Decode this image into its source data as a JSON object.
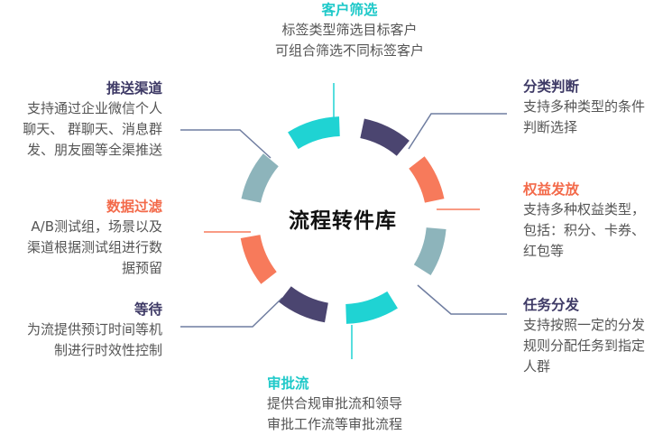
{
  "diagram": {
    "center": "流程转件库",
    "colors": {
      "teal": "#1FD3D3",
      "purple": "#4B4570",
      "orange": "#F77A5B",
      "slate": "#8DB4BB",
      "line": "#6F7DA0",
      "text": "#555555"
    },
    "nodes": [
      {
        "id": "customer-filter",
        "title": "客户筛选",
        "desc": "标签类型筛选目标客户\n可组合筛选不同标签客户",
        "color": "teal"
      },
      {
        "id": "category-judge",
        "title": "分类判断",
        "desc": "支持多种类型的条件\n判断选择",
        "color": "purple"
      },
      {
        "id": "benefit-issue",
        "title": "权益发放",
        "desc": "支持多种权益类型，\n包括：积分、卡券、\n红包等",
        "color": "orange"
      },
      {
        "id": "task-dispatch",
        "title": "任务分发",
        "desc": "支持按照一定的分发\n规则分配任务到指定\n人群",
        "color": "purple"
      },
      {
        "id": "approval-flow",
        "title": "审批流",
        "desc": "提供合规审批流和领导\n审批工作流等审批流程",
        "color": "teal"
      },
      {
        "id": "wait",
        "title": "等待",
        "desc": "为流提供预订时间等机\n制进行时效性控制",
        "color": "purple"
      },
      {
        "id": "data-filter",
        "title": "数据过滤",
        "desc": "A/B测试组，场景以及\n渠道根据测试组进行数\n据预留",
        "color": "orange"
      },
      {
        "id": "push-channel",
        "title": "推送渠道",
        "desc": "支持通过企业微信个人\n聊天、 群聊天、消息群\n发、朋友圈等全渠推送",
        "color": "purple"
      }
    ]
  }
}
